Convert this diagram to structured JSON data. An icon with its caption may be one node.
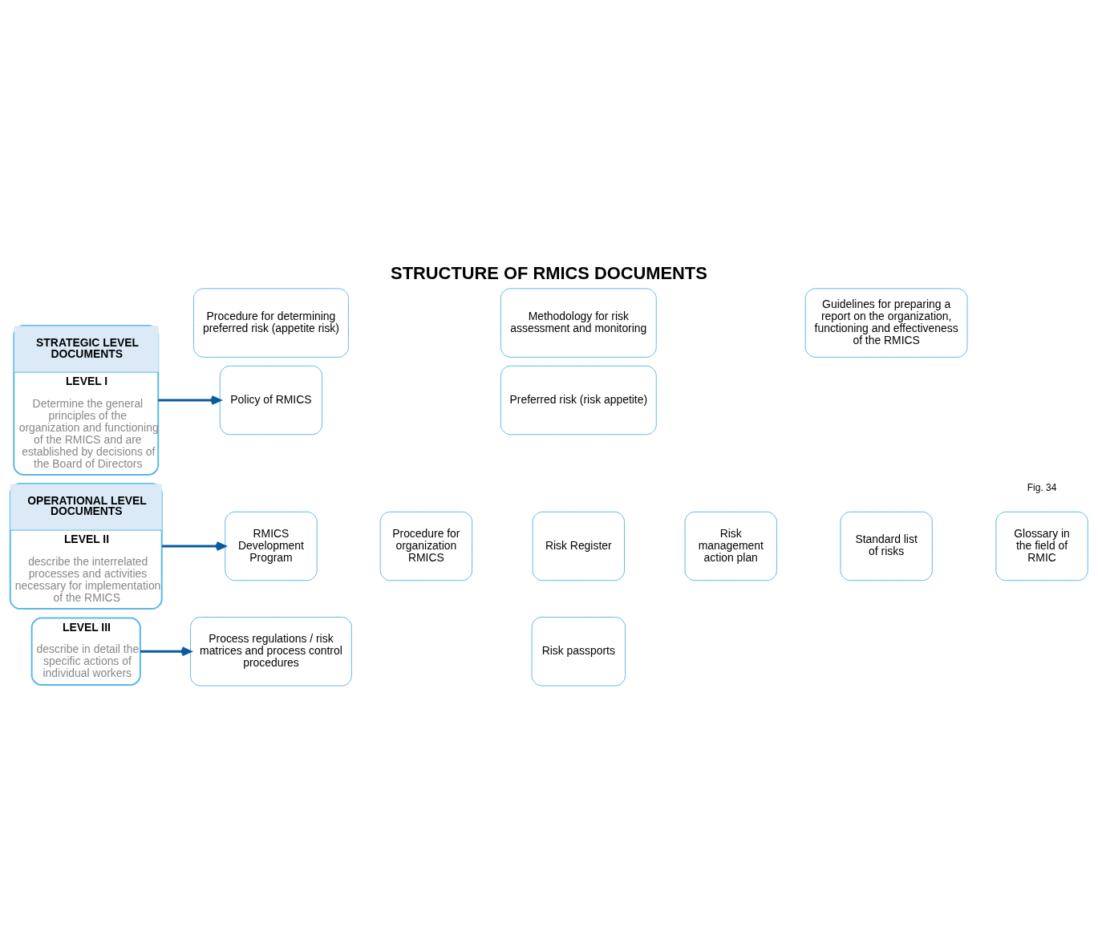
{
  "diagram": {
    "title": "STRUCTURE OF RMICS DOCUMENTS",
    "nodes": [
      {
        "text": [
          "STRATEGIC LEVEL DOCUMENTS",
          "LEVEL I",
          "Determine the general principles of the organization and functioning of the RMICS and are established by decisions of the Board of Directors"
        ]
      },
      {
        "text": [
          "Policy of RMICS"
        ]
      },
      {
        "text": [
          "Preferred risk (risk appetite)"
        ]
      },
      {
        "text": [
          "OPERATIONAL LEVEL DOCUMENTS",
          "LEVEL II",
          "describe the interrelated processes and activities necessary for implementation of the RMICS"
        ]
      },
      {
        "text": [
          "RMICS Development Program"
        ]
      },
      {
        "text": [
          "Procedure for organization RMICS"
        ]
      },
      {
        "text": [
          "Risk Register"
        ]
      },
      {
        "text": [
          "Risk management action plan"
        ]
      },
      {
        "text": [
          "Standard list of risks"
        ]
      },
      {
        "text": [
          "Glossary in the field of RMIC"
        ]
      },
      {
        "text": [
          "Procedure for determining preferred risk (appetite risk)"
        ]
      },
      {
        "text": [
          "Methodology for risk assessment and monitoring"
        ]
      },
      {
        "text": [
          "Guidelines for preparing a report on the organization, functioning and effectiveness of the RMICS"
        ]
      },
      {
        "text": [
          "LEVEL III",
          "describe in detail the specific actions of individual workers"
        ]
      },
      {
        "text": [
          "Process regulations / risk matrices and process control procedures"
        ]
      },
      {
        "text": [
          "Risk passports"
        ]
      }
    ],
    "edges": [
      {
        "from": 0,
        "to": 1,
        "arrow": "to"
      },
      {
        "from": 3,
        "to": 4,
        "arrow": "to"
      },
      {
        "from": 13,
        "to": 14,
        "arrow": "to"
      }
    ],
    "labels": [
      "Fig. 34"
    ]
  }
}
